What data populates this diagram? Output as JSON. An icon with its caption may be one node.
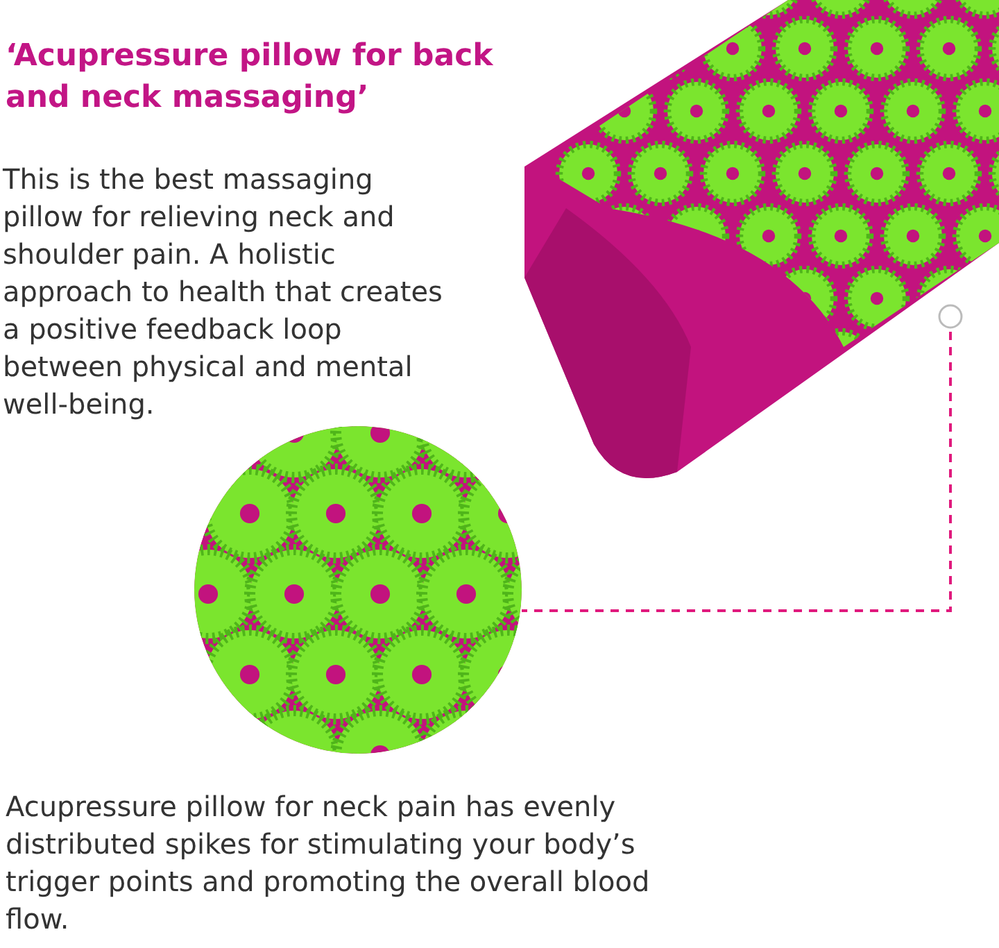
{
  "diagram": {
    "title": "‘Acupressure pillow for back and neck massaging’",
    "nodes": [
      {
        "text": [],
        "shape": "picture"
      },
      {
        "text": [],
        "shape": "picture"
      }
    ],
    "edges": [
      {
        "from": 0,
        "to": 1,
        "arrow": "other",
        "style": "dashed"
      }
    ],
    "labels": [
      "This is the best massaging pillow for relieving neck and shoulder pain. A holistic approach to health that creates a positive feedback loop between physical and mental well-being.",
      "Acupressure pillow for neck pain has evenly distributed spikes for stimulating your body’s trigger points and promoting the overall blood flow."
    ]
  }
}
